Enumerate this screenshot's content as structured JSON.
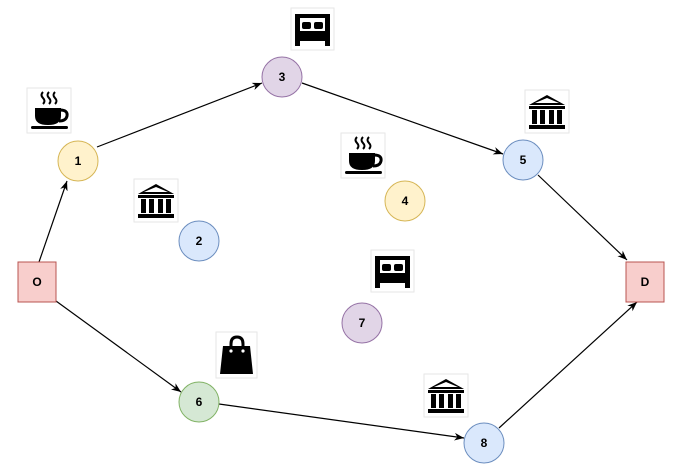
{
  "nodes": {
    "O": {
      "label": "O",
      "type": "origin"
    },
    "D": {
      "label": "D",
      "type": "destination"
    },
    "n1": {
      "label": "1",
      "category": "cafe",
      "icon": "coffee-icon"
    },
    "n2": {
      "label": "2",
      "category": "museum",
      "icon": "bank-icon"
    },
    "n3": {
      "label": "3",
      "category": "hotel",
      "icon": "bed-icon"
    },
    "n4": {
      "label": "4",
      "category": "cafe",
      "icon": "coffee-icon"
    },
    "n5": {
      "label": "5",
      "category": "museum",
      "icon": "bank-icon"
    },
    "n6": {
      "label": "6",
      "category": "shop",
      "icon": "shopping-bag-icon"
    },
    "n7": {
      "label": "7",
      "category": "hotel",
      "icon": "bed-icon"
    },
    "n8": {
      "label": "8",
      "category": "museum",
      "icon": "bank-icon"
    }
  },
  "edges": [
    [
      "O",
      "1"
    ],
    [
      "1",
      "3"
    ],
    [
      "3",
      "5"
    ],
    [
      "5",
      "D"
    ],
    [
      "O",
      "6"
    ],
    [
      "6",
      "8"
    ],
    [
      "8",
      "D"
    ]
  ],
  "colors": {
    "od_fill": "#f8cecc",
    "od_stroke": "#b85450",
    "cafe_fill": "#fff2cc",
    "cafe_stroke": "#d6b656",
    "museum_fill": "#dae8fc",
    "museum_stroke": "#6c8ebf",
    "hotel_fill": "#e1d5e7",
    "hotel_stroke": "#9673a6",
    "shop_fill": "#d5e8d4",
    "shop_stroke": "#82b366"
  }
}
